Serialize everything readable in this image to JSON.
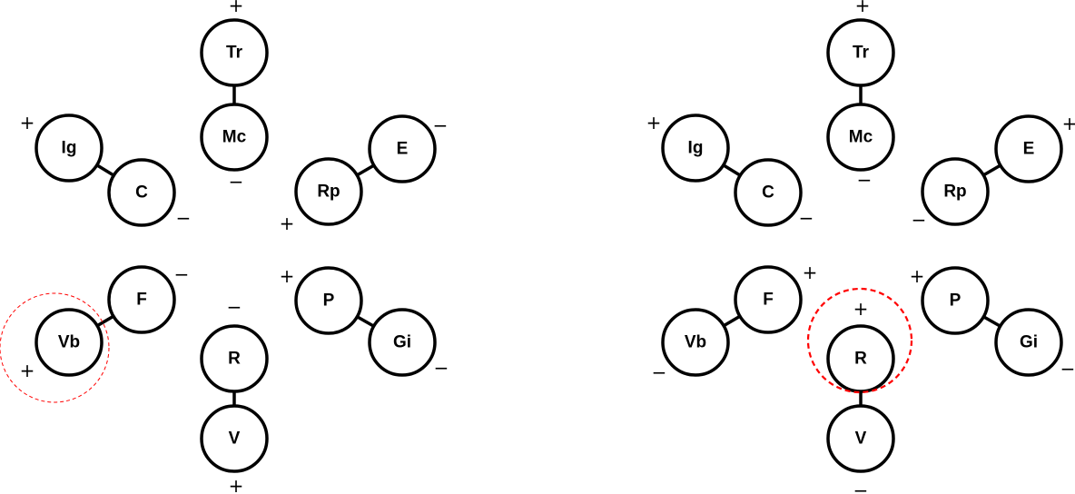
{
  "diagrams": [
    {
      "nodes": [
        {
          "id": "Tr",
          "label": "Tr",
          "sign": "+"
        },
        {
          "id": "Mc",
          "label": "Mc",
          "sign": "−"
        },
        {
          "id": "Ig",
          "label": "Ig",
          "sign": "+"
        },
        {
          "id": "C",
          "label": "C",
          "sign": "−"
        },
        {
          "id": "Rp",
          "label": "Rp",
          "sign": "+"
        },
        {
          "id": "E",
          "label": "E",
          "sign": "−"
        },
        {
          "id": "F",
          "label": "F",
          "sign": "−"
        },
        {
          "id": "Vb",
          "label": "Vb",
          "sign": "+"
        },
        {
          "id": "R",
          "label": "R",
          "sign": "−"
        },
        {
          "id": "V",
          "label": "V",
          "sign": "+"
        },
        {
          "id": "P",
          "label": "P",
          "sign": "+"
        },
        {
          "id": "Gi",
          "label": "Gi",
          "sign": "−"
        }
      ],
      "edges": [
        [
          "Tr",
          "Mc"
        ],
        [
          "Ig",
          "C"
        ],
        [
          "Rp",
          "E"
        ],
        [
          "F",
          "Vb"
        ],
        [
          "R",
          "V"
        ],
        [
          "P",
          "Gi"
        ]
      ],
      "highlighted": "Vb",
      "highlight_color": "#ff0000"
    },
    {
      "nodes": [
        {
          "id": "Tr",
          "label": "Tr",
          "sign": "+"
        },
        {
          "id": "Mc",
          "label": "Mc",
          "sign": "−"
        },
        {
          "id": "Ig",
          "label": "Ig",
          "sign": "+"
        },
        {
          "id": "C",
          "label": "C",
          "sign": "−"
        },
        {
          "id": "Rp",
          "label": "Rp",
          "sign": "−"
        },
        {
          "id": "E",
          "label": "E",
          "sign": "+"
        },
        {
          "id": "F",
          "label": "F",
          "sign": "+"
        },
        {
          "id": "Vb",
          "label": "Vb",
          "sign": "−"
        },
        {
          "id": "R",
          "label": "R",
          "sign": "+"
        },
        {
          "id": "V",
          "label": "V",
          "sign": "−"
        },
        {
          "id": "P",
          "label": "P",
          "sign": "+"
        },
        {
          "id": "Gi",
          "label": "Gi",
          "sign": "−"
        }
      ],
      "edges": [
        [
          "Tr",
          "Mc"
        ],
        [
          "Ig",
          "C"
        ],
        [
          "Rp",
          "E"
        ],
        [
          "F",
          "Vb"
        ],
        [
          "R",
          "V"
        ],
        [
          "P",
          "Gi"
        ]
      ],
      "highlighted": "R",
      "highlight_color": "#ff0000"
    }
  ]
}
